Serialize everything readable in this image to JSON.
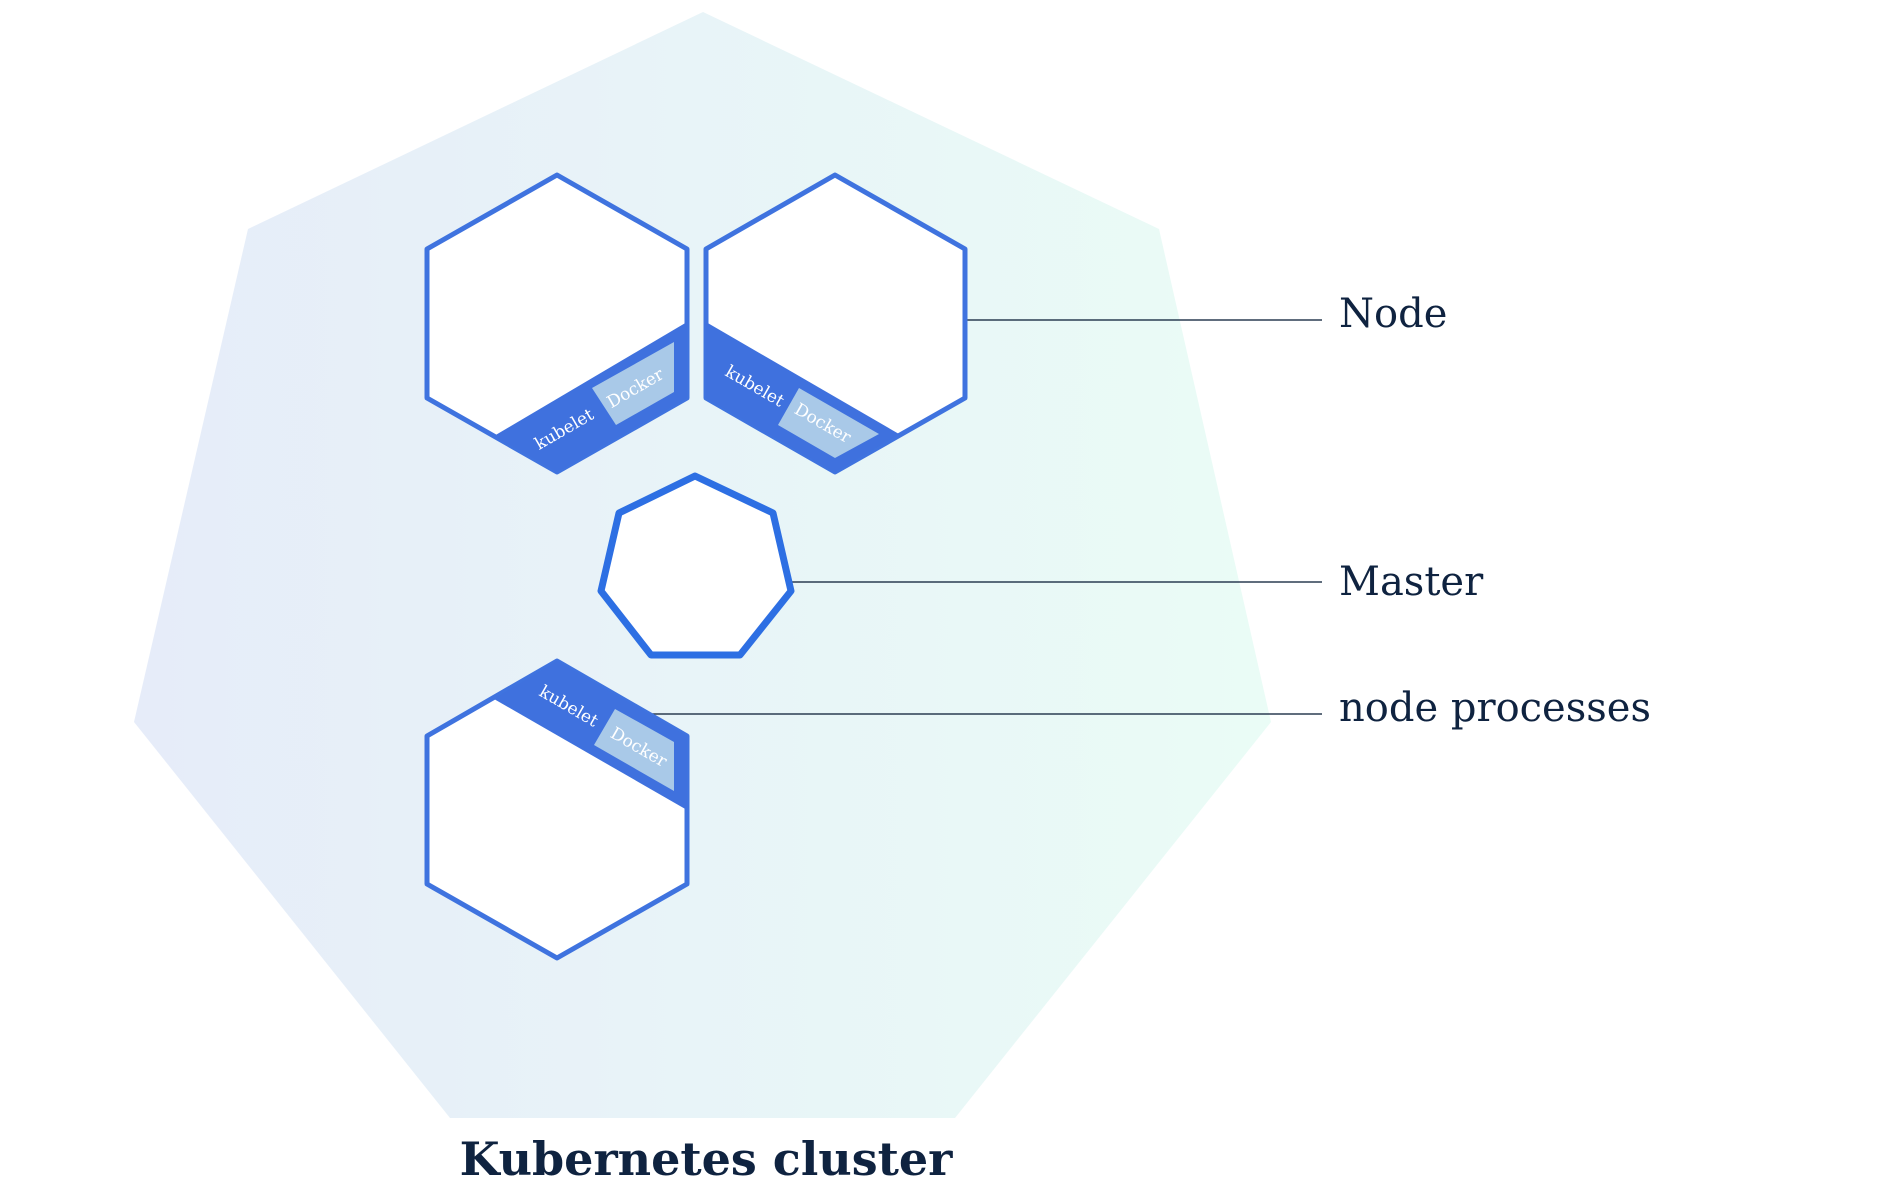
{
  "diagram": {
    "title": "Kubernetes cluster",
    "colors": {
      "cluster_fill_left": "#e6ecf9",
      "cluster_fill_right": "#eafcf6",
      "node_stroke": "#3f73df",
      "node_fill": "#ffffff",
      "process_band": "#3f71de",
      "docker_box": "#a9c9e8",
      "master_stroke": "#2d6fe3",
      "label_text": "#0f2340",
      "callout_line": "#2b3d52"
    },
    "nodes": [
      {
        "id": "node-1",
        "processes": [
          "kubelet",
          "Docker"
        ]
      },
      {
        "id": "node-2",
        "processes": [
          "kubelet",
          "Docker"
        ]
      },
      {
        "id": "node-3",
        "processes": [
          "kubelet",
          "Docker"
        ]
      }
    ],
    "master": {
      "id": "master"
    },
    "callouts": [
      {
        "id": "node",
        "label": "Node"
      },
      {
        "id": "master",
        "label": "Master"
      },
      {
        "id": "node-processes",
        "label": "node processes"
      }
    ]
  }
}
